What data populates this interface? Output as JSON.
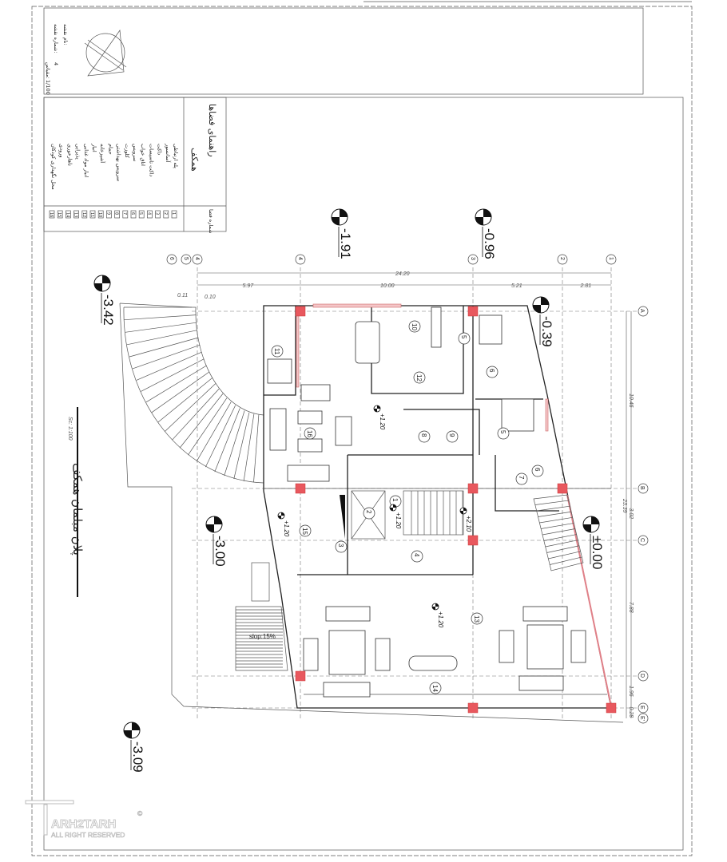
{
  "title_block": {
    "drawing_name_label": "نام نقشه:",
    "drawing_number_label": "شماره نقشه:",
    "drawing_number": "4",
    "scale_label": "مقیاس:",
    "scale": "1/100"
  },
  "legend": {
    "title": "راهنمای فضاها",
    "floor": "همکف",
    "number_header": "شماره فضا",
    "items": [
      {
        "no": "1",
        "name": "پله ارتباطی"
      },
      {
        "no": "2",
        "name": "آسانسور"
      },
      {
        "no": "3",
        "name": "داکت"
      },
      {
        "no": "4",
        "name": "داکت تاسیسات"
      },
      {
        "no": "5",
        "name": "اتاق خواب"
      },
      {
        "no": "6",
        "name": "سرویس"
      },
      {
        "no": "7",
        "name": "کلوزت"
      },
      {
        "no": "8",
        "name": "سرویس بهداشتی"
      },
      {
        "no": "9",
        "name": "حمام"
      },
      {
        "no": "10",
        "name": "آشپزخانه"
      },
      {
        "no": "11",
        "name": "انبار"
      },
      {
        "no": "12",
        "name": "انبار مواد غذایی"
      },
      {
        "no": "13",
        "name": "پذیرایی"
      },
      {
        "no": "14",
        "name": "ناهارخوری"
      },
      {
        "no": "15",
        "name": "ورودی"
      },
      {
        "no": "16",
        "name": "محل نگهداری کودکان"
      }
    ]
  },
  "plan_title": "پلان مبلمان همکف",
  "plan_scale": "Sc: 1:100",
  "grid": {
    "columns": [
      "6",
      "5",
      "4",
      "4",
      "3",
      "2",
      "1"
    ],
    "rows": [
      "A",
      "B",
      "C",
      "D",
      "E",
      "E'"
    ]
  },
  "dimensions": {
    "overall_horizontal": "24.20",
    "horizontal": [
      "5.97",
      "10.00",
      "5.21",
      "2.81"
    ],
    "offsets": [
      "0.11",
      "0.10"
    ],
    "overall_vertical": "23.39",
    "vertical": [
      "10.46",
      "3.02",
      "7.88",
      "1.96",
      "0.28"
    ]
  },
  "elevations": [
    "-1.91",
    "-0.96",
    "-3.42",
    "-0.39",
    "±0.00",
    "-3.00",
    "-3.09"
  ],
  "levels": [
    "+1.20",
    "+1.20",
    "+1.20",
    "+1.20",
    "+2.10"
  ],
  "slope_label": "slop:15%",
  "rooms": [
    "11",
    "10",
    "5",
    "12",
    "16",
    "8",
    "9",
    "6",
    "5",
    "6",
    "7",
    "1",
    "2",
    "3",
    "4",
    "15",
    "13",
    "14"
  ],
  "watermark": {
    "brand": "ARH2TARH",
    "rights": "ALL RIGHT RESERVED",
    "mark": "©"
  },
  "colors": {
    "column": "#e8585e",
    "glass": "#f4c6c8"
  }
}
